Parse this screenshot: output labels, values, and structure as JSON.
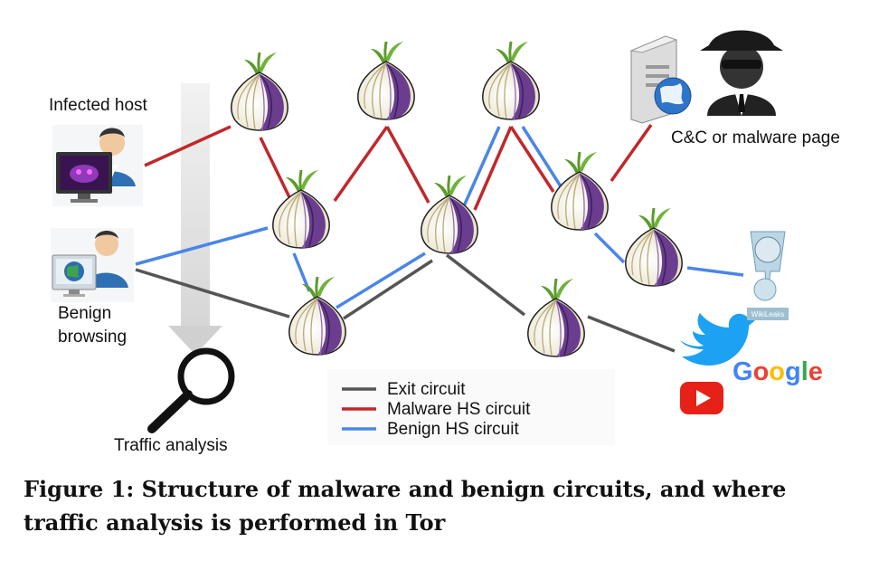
{
  "labels": {
    "infected_host": "Infected host",
    "benign_browsing_line1": "Benign",
    "benign_browsing_line2": "browsing",
    "cc_page": "C&C or malware page",
    "traffic_analysis": "Traffic analysis"
  },
  "legend": [
    {
      "label": "Exit circuit",
      "color": "#555555"
    },
    {
      "label": "Malware HS circuit",
      "color": "#c0282b"
    },
    {
      "label": "Benign HS circuit",
      "color": "#4a86e8"
    }
  ],
  "logos": {
    "google": "Google",
    "wikileaks": "WikiLeaks"
  },
  "caption": "Figure 1: Structure of malware and benign circuits, and where traffic analysis is performed in Tor",
  "colors": {
    "exit": "#555555",
    "malware": "#c0282b",
    "benign": "#4a86e8",
    "onion_purple": "#6a3d8f",
    "onion_cream": "#f3efd6"
  },
  "icons": [
    "tor-onion-icon",
    "user-icon",
    "monitor-icon",
    "server-icon",
    "globe-icon",
    "hacker-icon",
    "magnifier-icon",
    "twitter-icon",
    "youtube-icon",
    "wikileaks-icon"
  ]
}
